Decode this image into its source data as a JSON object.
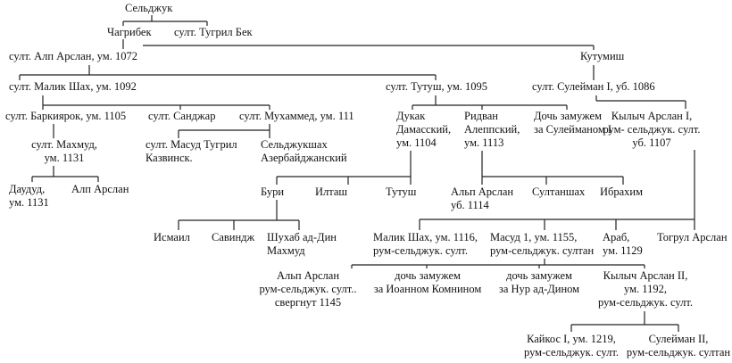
{
  "title": "",
  "nodes": {
    "seljuk": [
      "Сельджук"
    ],
    "chagri": [
      "Чагрибек"
    ],
    "tughril": [
      "султ. Тугрил Бек"
    ],
    "alp_arslan": [
      "султ. Алп Арслан, ум. 1072"
    ],
    "kutumish": [
      "Кутумиш"
    ],
    "malik_shah": [
      "султ. Малик Шах, ум. 1092"
    ],
    "tutush": [
      "султ. Тутуш, ум. 1095"
    ],
    "suleiman1": [
      "султ. Сулейман I, уб. 1086"
    ],
    "barkiyaruq": [
      "султ. Баркиярок, ум. 1105"
    ],
    "sanjar": [
      "султ. Санджар"
    ],
    "muhammad": [
      "султ. Мухаммед, ум. 111"
    ],
    "duqaq": [
      "Дукак",
      "Дамасский,",
      "ум. 1104"
    ],
    "ridwan": [
      "Ридван",
      "Алеппский,",
      "ум. 1113"
    ],
    "daughter_sul": [
      "Дочь замужем",
      "за Сулейманом I"
    ],
    "kilij1": [
      "Кылыч Арслан I,",
      "рум- сельджук. султ.",
      "уб. 1107"
    ],
    "mahmud": [
      "султ. Махмуд,",
      "ум. 1131"
    ],
    "masud_qazvin": [
      "султ. Масуд Тугрил",
      "Казвинск."
    ],
    "seljukshah": [
      "Сельджукшах",
      "Азербайджанский"
    ],
    "daud": [
      "Даудуд,",
      "ум. 1131"
    ],
    "alp_son": [
      "Алп Арслан"
    ],
    "buri": [
      "Бури"
    ],
    "iltash": [
      "Илташ"
    ],
    "tutush2": [
      "Тутуш"
    ],
    "alp_ridwan": [
      "Альп Арслан",
      "уб. 1114"
    ],
    "sultanshah": [
      "Султаншах"
    ],
    "ibrahim": [
      "Ибрахим"
    ],
    "ismail": [
      "Исмаил"
    ],
    "savinj": [
      "Савиндж"
    ],
    "shihab": [
      "Шухаб ад-Дин",
      "Махмуд"
    ],
    "malik_shah2": [
      "Малик Шах, ум. 1116,",
      "рум-сельджук. султ."
    ],
    "masud1": [
      "Масуд 1, ум. 1155,",
      "рум-сельджук. султан"
    ],
    "arab": [
      "Араб,",
      "ум. 1129"
    ],
    "toghrul": [
      "Тогрул Арслан"
    ],
    "alp_rum": [
      "Альп Арслан",
      "рум-сельджук. султ..",
      "свергнут 1145"
    ],
    "daughter_komn": [
      "дочь замужем",
      "за Иоанном Комнином"
    ],
    "daughter_nur": [
      "дочь замужем",
      "за Нур ад-Дином"
    ],
    "kilij2": [
      "Кылыч Арслан II,",
      "ум. 1192,",
      "рум-сельджук. султ."
    ],
    "kaykaus": [
      "Кайкос I, ум. 1219,",
      "рум-сельджук. султ."
    ],
    "suleiman2": [
      "Сулейман II,",
      "рум-сельджук. султан"
    ]
  }
}
